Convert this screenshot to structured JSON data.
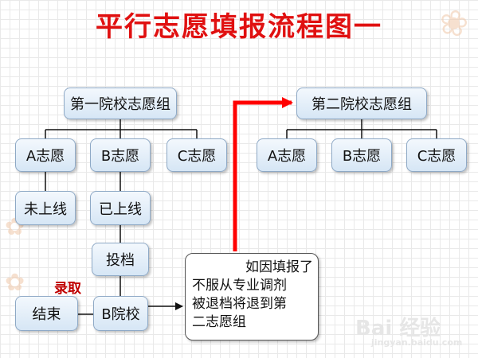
{
  "title": "平行志愿填报流程图一",
  "group1": {
    "label": "第一院校志愿组",
    "options": [
      "A志愿",
      "B志愿",
      "C志愿"
    ],
    "a_result": "未上线",
    "b_result": "已上线",
    "filing": "投档",
    "school": "B院校",
    "end": "结束",
    "admit_label": "录取"
  },
  "group2": {
    "label": "第二院校志愿组",
    "options": [
      "A志愿",
      "B志愿",
      "C志愿"
    ]
  },
  "note": {
    "lines": [
      "如因填报了",
      "不服从专业调剂",
      "被退档将退到第",
      "二志愿组"
    ]
  },
  "colors": {
    "title": "#e01010",
    "box_fill": "#dce9f6",
    "box_border": "#8ea9c6",
    "red_arrow": "#ff0000",
    "admit": "#c00000"
  },
  "watermark": "Bai 经验",
  "watermark_url": "jingyan.baidu.com"
}
